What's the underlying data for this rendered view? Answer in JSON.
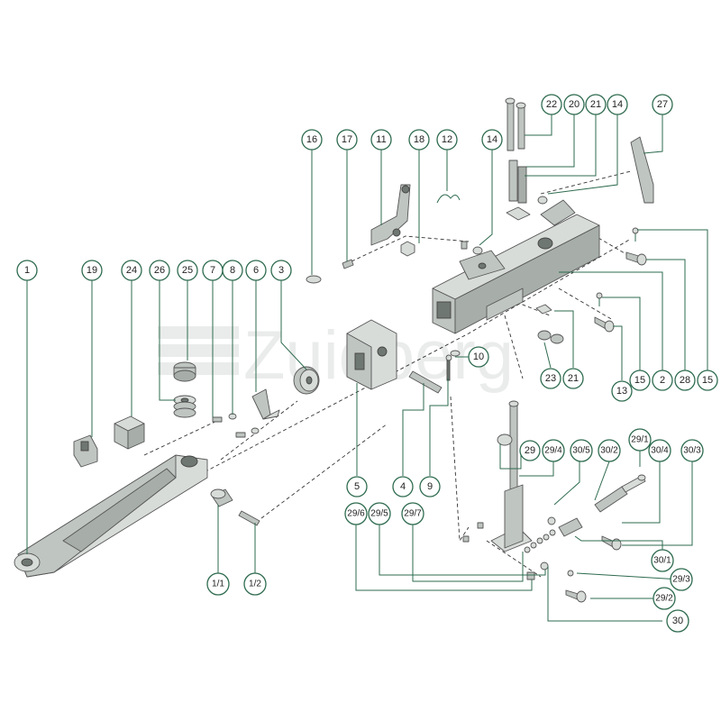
{
  "watermark": "Zuidberg",
  "callouts": [
    "1",
    "19",
    "24",
    "26",
    "25",
    "7",
    "8",
    "6",
    "3",
    "16",
    "17",
    "11",
    "18",
    "12",
    "14",
    "22",
    "20",
    "21",
    "27",
    "15",
    "2",
    "28",
    "13",
    "23",
    "10",
    "5",
    "4",
    "9",
    "29",
    "29/4",
    "30/5",
    "30/2",
    "29/1",
    "30/4",
    "30/3",
    "29/6",
    "29/5",
    "29/7",
    "30/1",
    "29/3",
    "29/2",
    "30",
    "1/1",
    "1/2"
  ]
}
